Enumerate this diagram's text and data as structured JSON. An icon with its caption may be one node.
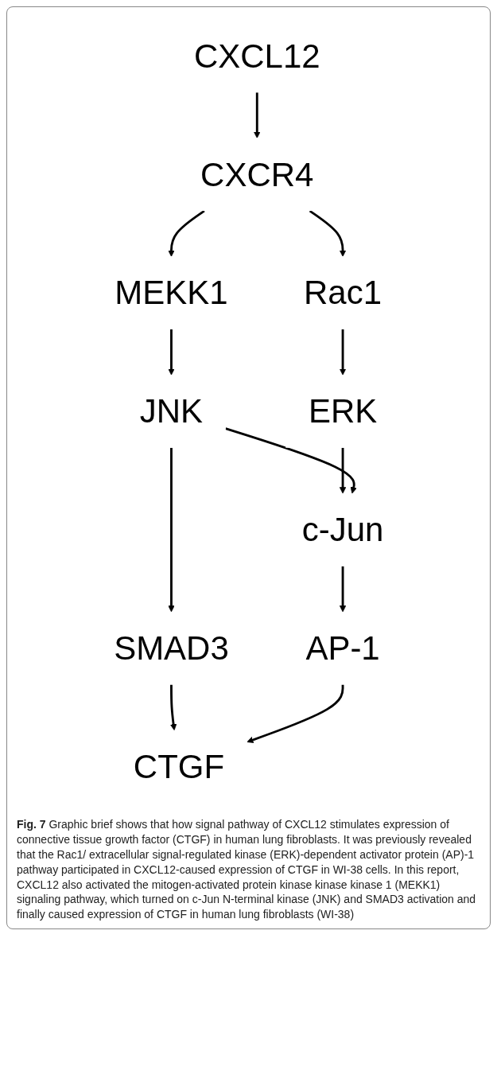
{
  "diagram": {
    "caption": "**Fig. 7** Graphic brief shows that how signal pathway of CXCL12 stimulates expression of connective tissue growth factor (CTGF) in human lung fibroblasts. It was previously revealed that the Rac1/ extracellular signal-regulated kinase (ERK)-dependent activator protein (AP)-1 pathway participated in CXCL12-caused expression of CTGF in WI-38 cells. In this report, CXCL12 also activated the mitogen-activated protein kinase kinase kinase 1 (MEKK1) signaling pathway, which turned on c-Jun N-terminal kinase (JNK) and SMAD3 activation and finally caused expression of CTGF in human lung fibroblasts (WI-38)",
    "nodes": [
      {
        "text": [
          "CXCL12"
        ]
      },
      {
        "text": [
          "CXCR4"
        ]
      },
      {
        "text": [
          "MEKK1"
        ]
      },
      {
        "text": [
          "Rac1"
        ]
      },
      {
        "text": [
          "JNK"
        ]
      },
      {
        "text": [
          "ERK"
        ]
      },
      {
        "text": [
          "c-Jun"
        ]
      },
      {
        "text": [
          "SMAD3"
        ]
      },
      {
        "text": [
          "AP-1"
        ]
      },
      {
        "text": [
          "CTGF"
        ]
      }
    ],
    "edges": [
      {
        "from": 0,
        "to": 1,
        "arrow": "to"
      },
      {
        "from": 1,
        "to": 2,
        "arrow": "to"
      },
      {
        "from": 1,
        "to": 3,
        "arrow": "to"
      },
      {
        "from": 2,
        "to": 4,
        "arrow": "to"
      },
      {
        "from": 3,
        "to": 5,
        "arrow": "to"
      },
      {
        "from": 5,
        "to": 6,
        "arrow": "to"
      },
      {
        "from": 4,
        "to": 6,
        "arrow": "to"
      },
      {
        "from": 4,
        "to": 7,
        "arrow": "to"
      },
      {
        "from": 6,
        "to": 8,
        "arrow": "to"
      },
      {
        "from": 7,
        "to": 9,
        "arrow": "to"
      },
      {
        "from": 8,
        "to": 9,
        "arrow": "to"
      }
    ]
  }
}
